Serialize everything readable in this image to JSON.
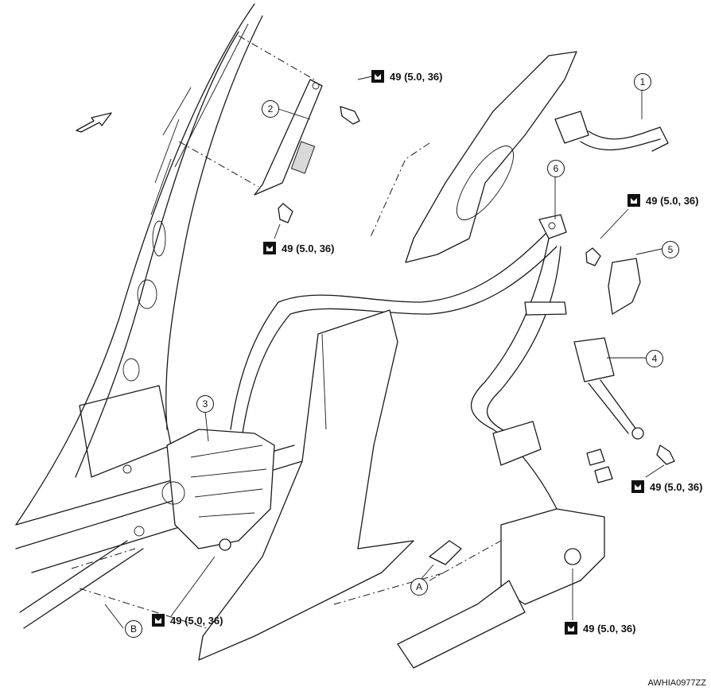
{
  "torque_label": "49 (5.0, 36)",
  "callouts": {
    "c1": "1",
    "c2": "2",
    "c3": "3",
    "c4": "4",
    "c5": "5",
    "c6": "6",
    "cA": "A",
    "cB": "B"
  },
  "figure_id": "AWHIA0977ZZ",
  "icons": [
    "front-direction-arrow-icon",
    "torque-wrench-icon"
  ]
}
